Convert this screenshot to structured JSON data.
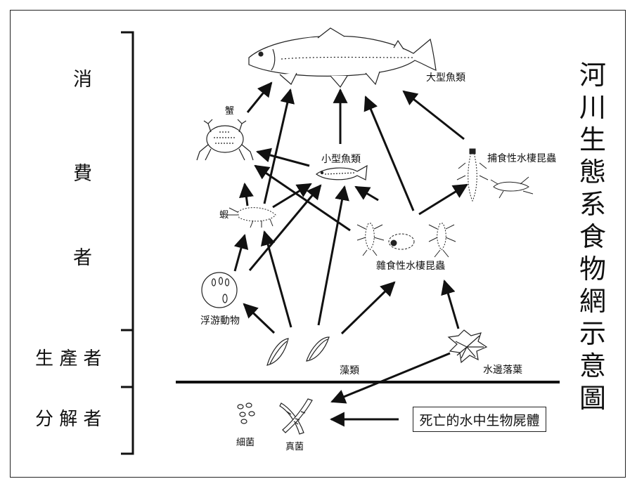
{
  "title": "河川生態系食物網示意圖",
  "levels": {
    "consumers": [
      "消",
      "費",
      "者"
    ],
    "producers": "生 產 者",
    "decomposers": "分 解 者"
  },
  "organisms": {
    "large_fish": "大型魚類",
    "crab": "蟹",
    "small_fish": "小型魚類",
    "predatory_insects": "捕食性水棲昆蟲",
    "shrimp": "蝦",
    "omnivorous_insects": "雜食性水棲昆蟲",
    "zooplankton": "浮游動物",
    "algae": "藻類",
    "fallen_leaves": "水邊落葉",
    "bacteria": "細菌",
    "fungi": "真菌"
  },
  "dead_organisms": "死亡的水中生物屍體"
}
